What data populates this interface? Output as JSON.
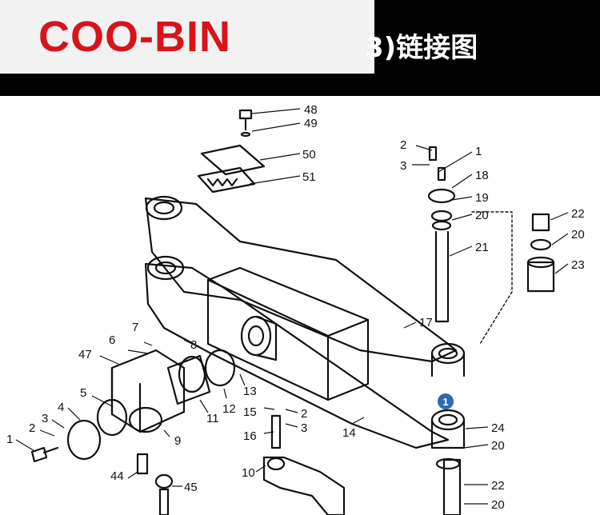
{
  "header": {
    "logo": "COO-BIN",
    "title": "3)链接图"
  },
  "callout": {
    "number": "1"
  },
  "part_labels": [
    "48",
    "49",
    "50",
    "51",
    "2",
    "1",
    "3",
    "18",
    "19",
    "20",
    "21",
    "22",
    "20",
    "23",
    "17",
    "7",
    "6",
    "8",
    "47",
    "5",
    "4",
    "3",
    "2",
    "1",
    "44",
    "45",
    "9",
    "11",
    "12",
    "13",
    "15",
    "2",
    "3",
    "16",
    "14",
    "10",
    "24",
    "20",
    "22",
    "20"
  ],
  "colors": {
    "logo_red": "#d7141c",
    "callout_blue": "#2b6cb0",
    "ink": "#111111"
  }
}
